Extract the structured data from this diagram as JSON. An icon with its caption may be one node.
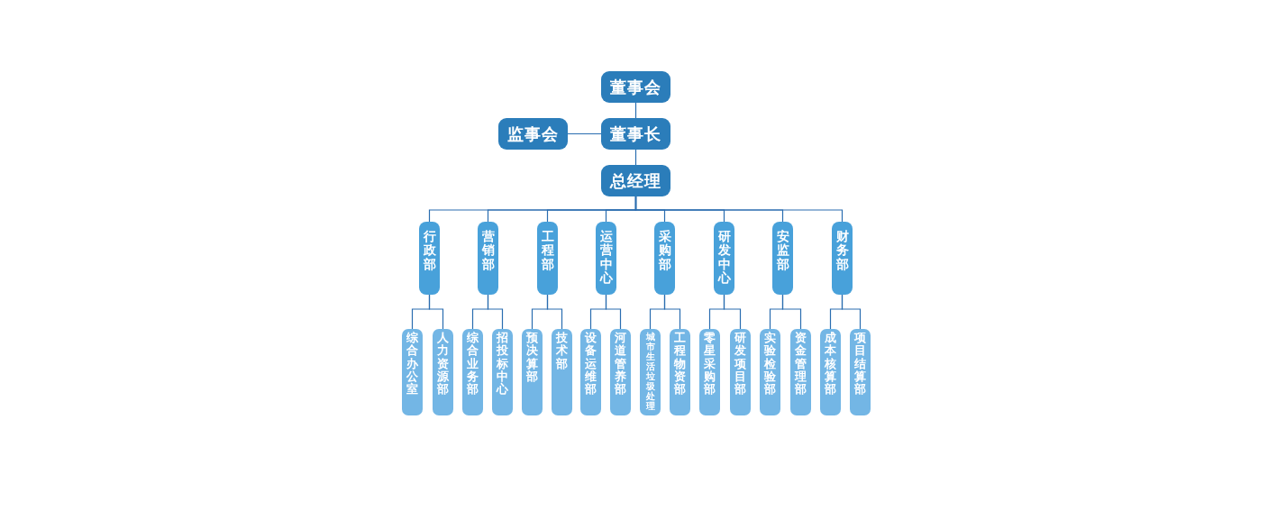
{
  "diagram": {
    "nodes": [
      {
        "text": [
          "董事会"
        ]
      },
      {
        "text": [
          "监事会"
        ]
      },
      {
        "text": [
          "董事长"
        ]
      },
      {
        "text": [
          "总经理"
        ]
      },
      {
        "text": [
          "行政部"
        ]
      },
      {
        "text": [
          "营销部"
        ]
      },
      {
        "text": [
          "工程部"
        ]
      },
      {
        "text": [
          "运营中心"
        ]
      },
      {
        "text": [
          "采购部"
        ]
      },
      {
        "text": [
          "研发中心"
        ]
      },
      {
        "text": [
          "安监部"
        ]
      },
      {
        "text": [
          "财务部"
        ]
      },
      {
        "text": [
          "综合办公室"
        ]
      },
      {
        "text": [
          "人力资源部"
        ]
      },
      {
        "text": [
          "综合业务部"
        ]
      },
      {
        "text": [
          "招投标中心"
        ]
      },
      {
        "text": [
          "预决算部"
        ]
      },
      {
        "text": [
          "技术部"
        ]
      },
      {
        "text": [
          "设备运维部"
        ]
      },
      {
        "text": [
          "河道管养部"
        ]
      },
      {
        "text": [
          "城市生活垃圾处理"
        ]
      },
      {
        "text": [
          "工程物资部"
        ]
      },
      {
        "text": [
          "零星采购部"
        ]
      },
      {
        "text": [
          "研发项目部"
        ]
      },
      {
        "text": [
          "实验检验部"
        ]
      },
      {
        "text": [
          "资金管理部"
        ]
      },
      {
        "text": [
          "成本核算部"
        ]
      },
      {
        "text": [
          "项目结算部"
        ]
      }
    ],
    "edges": [
      {
        "from": 0,
        "to": 2,
        "arrow": "none"
      },
      {
        "from": 2,
        "to": 1,
        "arrow": "none"
      },
      {
        "from": 2,
        "to": 3,
        "arrow": "none"
      },
      {
        "from": 3,
        "to": 4,
        "arrow": "none"
      },
      {
        "from": 3,
        "to": 5,
        "arrow": "none"
      },
      {
        "from": 3,
        "to": 6,
        "arrow": "none"
      },
      {
        "from": 3,
        "to": 7,
        "arrow": "none"
      },
      {
        "from": 3,
        "to": 8,
        "arrow": "none"
      },
      {
        "from": 3,
        "to": 9,
        "arrow": "none"
      },
      {
        "from": 3,
        "to": 10,
        "arrow": "none"
      },
      {
        "from": 3,
        "to": 11,
        "arrow": "none"
      },
      {
        "from": 4,
        "to": 12,
        "arrow": "none"
      },
      {
        "from": 4,
        "to": 13,
        "arrow": "none"
      },
      {
        "from": 5,
        "to": 14,
        "arrow": "none"
      },
      {
        "from": 5,
        "to": 15,
        "arrow": "none"
      },
      {
        "from": 6,
        "to": 16,
        "arrow": "none"
      },
      {
        "from": 6,
        "to": 17,
        "arrow": "none"
      },
      {
        "from": 7,
        "to": 18,
        "arrow": "none"
      },
      {
        "from": 7,
        "to": 19,
        "arrow": "none"
      },
      {
        "from": 8,
        "to": 20,
        "arrow": "none"
      },
      {
        "from": 8,
        "to": 21,
        "arrow": "none"
      },
      {
        "from": 9,
        "to": 22,
        "arrow": "none"
      },
      {
        "from": 9,
        "to": 23,
        "arrow": "none"
      },
      {
        "from": 10,
        "to": 24,
        "arrow": "none"
      },
      {
        "from": 10,
        "to": 25,
        "arrow": "none"
      },
      {
        "from": 11,
        "to": 26,
        "arrow": "none"
      },
      {
        "from": 11,
        "to": 27,
        "arrow": "none"
      }
    ]
  }
}
